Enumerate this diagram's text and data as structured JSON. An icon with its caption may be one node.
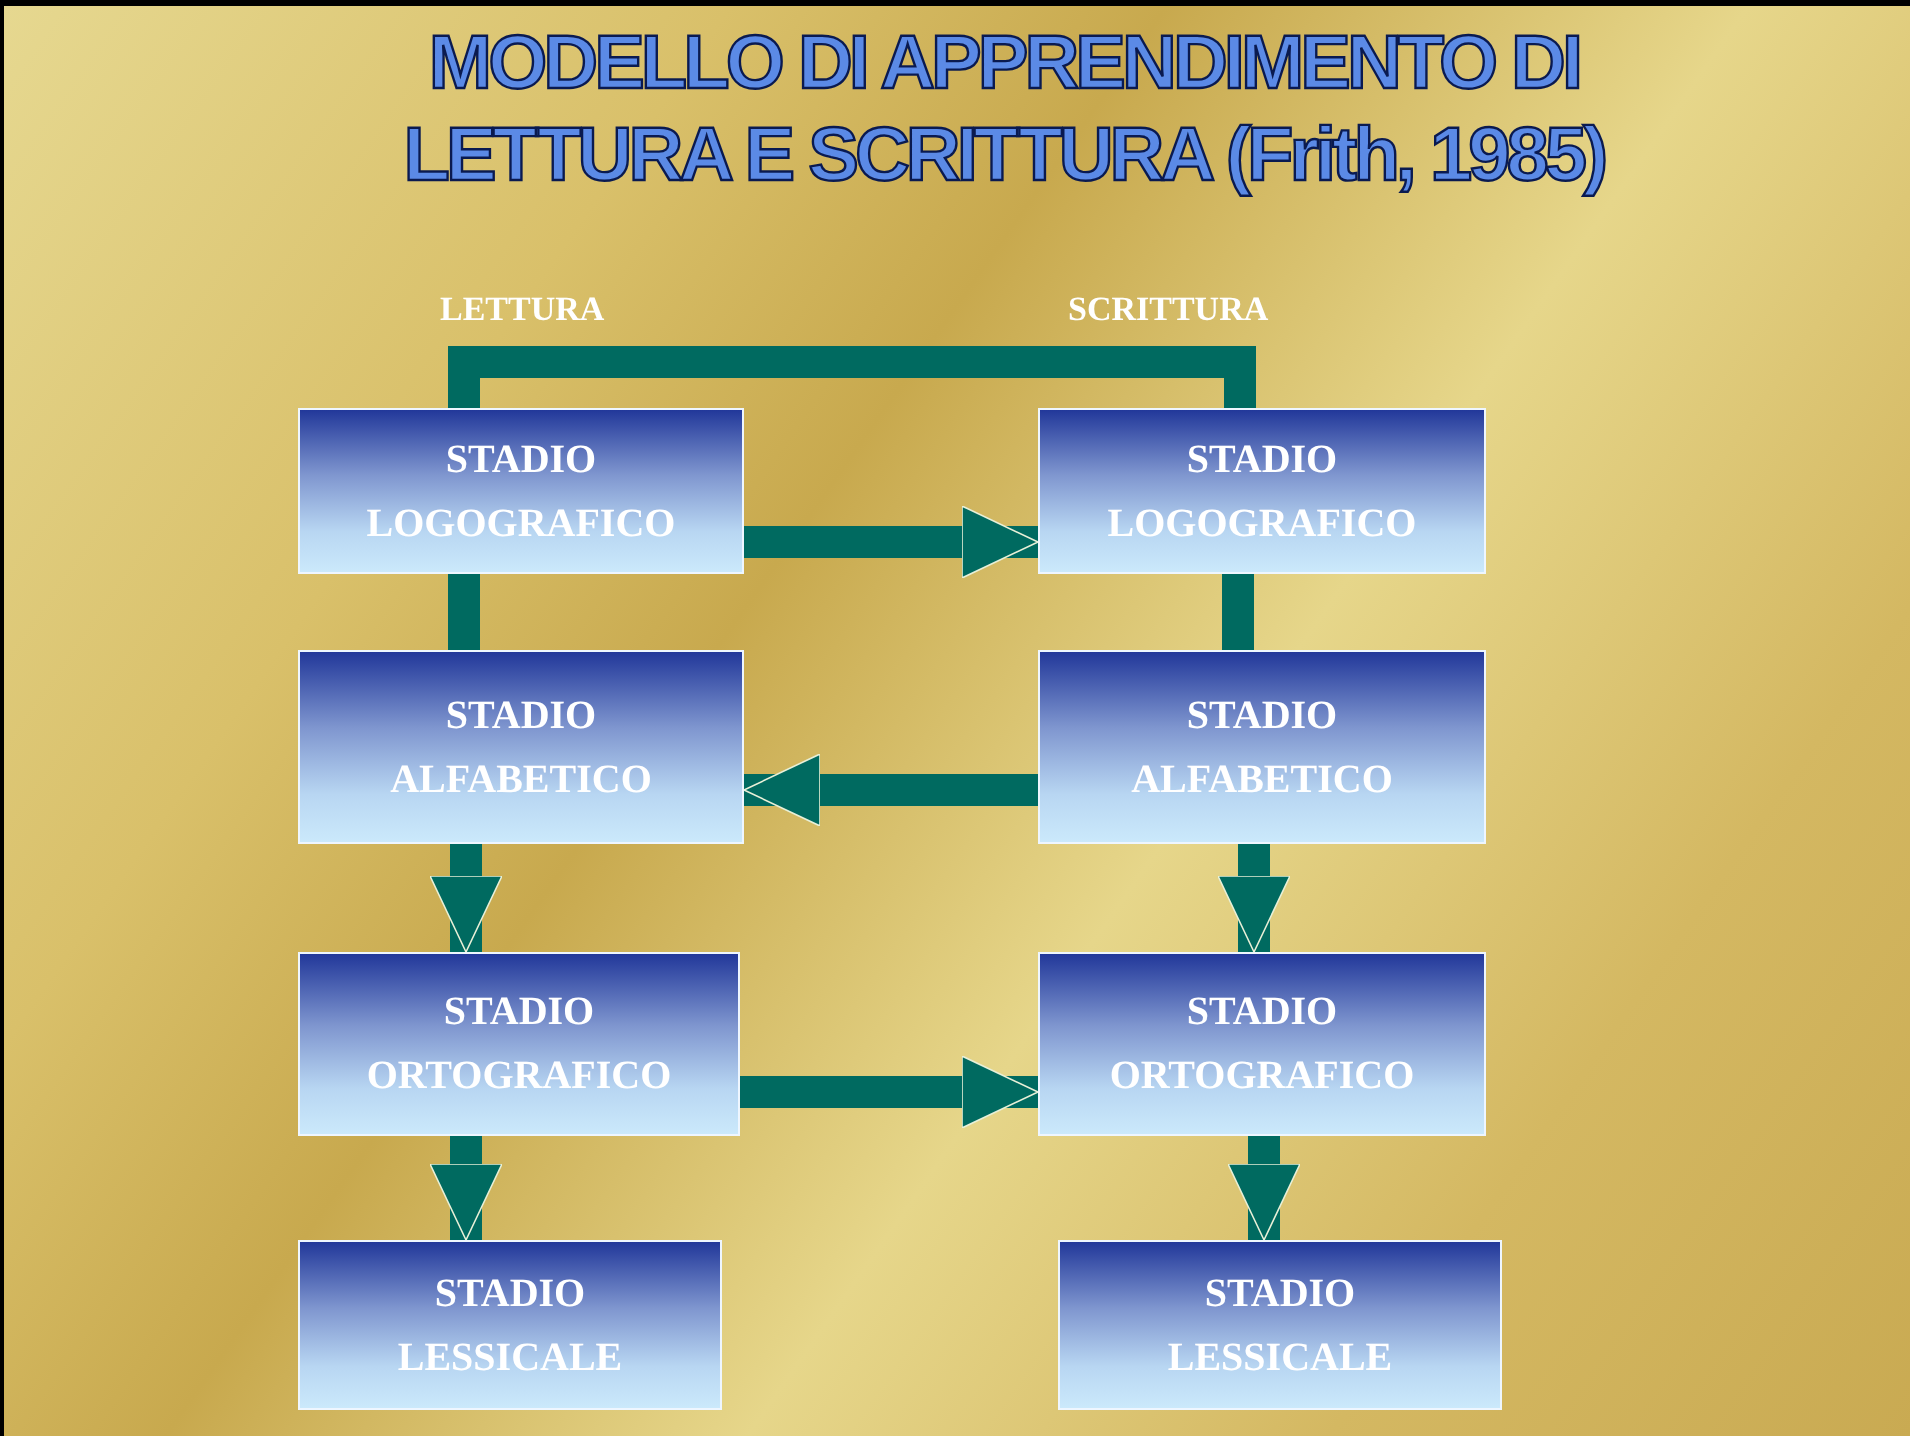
{
  "diagram": {
    "title": "MODELLO DI APPRENDIMENTO DI LETTURA E SCRITTURA (Frith, 1985)",
    "nodes": [
      {
        "text": [
          "STADIO LOGOGRAFICO"
        ]
      },
      {
        "text": [
          "STADIO LOGOGRAFICO"
        ]
      },
      {
        "text": [
          "STADIO ALFABETICO"
        ]
      },
      {
        "text": [
          "STADIO ALFABETICO"
        ]
      },
      {
        "text": [
          "STADIO ORTOGRAFICO"
        ]
      },
      {
        "text": [
          "STADIO ORTOGRAFICO"
        ]
      },
      {
        "text": [
          "STADIO LESSICALE"
        ]
      },
      {
        "text": [
          "STADIO LESSICALE"
        ]
      }
    ],
    "edges": [
      {
        "from": 0,
        "to": 1,
        "arrow": "none"
      },
      {
        "from": 0,
        "to": 1,
        "arrow": "to"
      },
      {
        "from": 0,
        "to": 2,
        "arrow": "none"
      },
      {
        "from": 1,
        "to": 3,
        "arrow": "none"
      },
      {
        "from": 3,
        "to": 2,
        "arrow": "to"
      },
      {
        "from": 2,
        "to": 4,
        "arrow": "to"
      },
      {
        "from": 3,
        "to": 5,
        "arrow": "to"
      },
      {
        "from": 4,
        "to": 5,
        "arrow": "to"
      },
      {
        "from": 4,
        "to": 6,
        "arrow": "to"
      },
      {
        "from": 5,
        "to": 7,
        "arrow": "to"
      }
    ],
    "labels": [
      "LETTURA",
      "SCRITTURA"
    ]
  }
}
